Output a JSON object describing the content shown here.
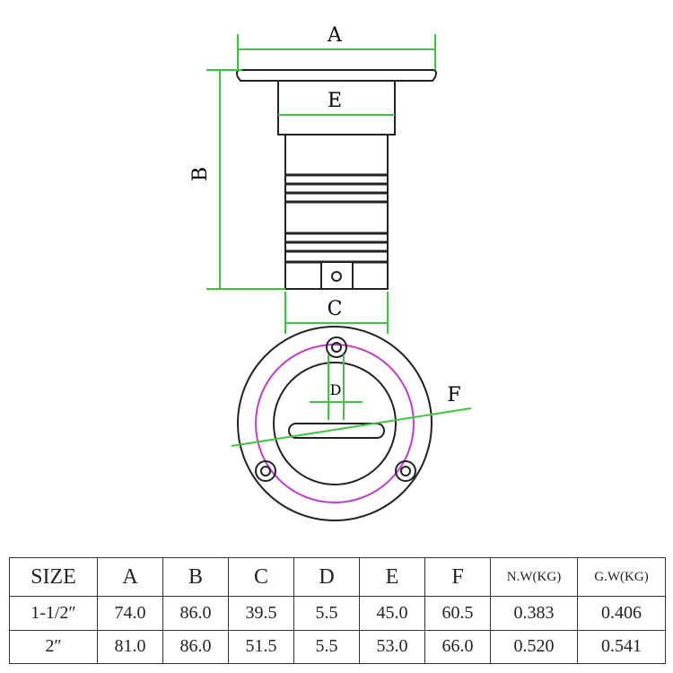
{
  "drawing": {
    "labels": {
      "A": "A",
      "B": "B",
      "C": "C",
      "D": "D",
      "E": "E",
      "F": "F"
    },
    "colors": {
      "outline": "#222222",
      "dimension": "#3ec43e",
      "bolt_circle": "#c03cc8"
    }
  },
  "table": {
    "headers": [
      "SIZE",
      "A",
      "B",
      "C",
      "D",
      "E",
      "F",
      "N.W(KG)",
      "G.W(KG)"
    ],
    "rows": [
      [
        "1-1/2″",
        "74.0",
        "86.0",
        "39.5",
        "5.5",
        "45.0",
        "60.5",
        "0.383",
        "0.406"
      ],
      [
        "2″",
        "81.0",
        "86.0",
        "51.5",
        "5.5",
        "53.0",
        "66.0",
        "0.520",
        "0.541"
      ]
    ]
  }
}
